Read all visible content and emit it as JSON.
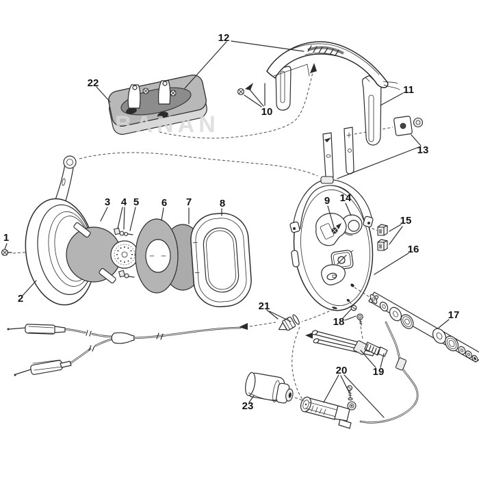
{
  "diagram": {
    "kind": "exploded-parts-diagram",
    "subject": "headset with earcups, headband, cables and microphone",
    "callout_count": 23
  },
  "watermark": {
    "text": "BANAN"
  },
  "colors": {
    "line": "#2b2b2b",
    "background": "#ffffff",
    "gray_fill": "#b4b4b4",
    "gray_dark": "#8c8c8c",
    "gray_light": "#d8d8d8",
    "watermark": "#d9d9d9"
  },
  "parts": [
    {
      "label": "1"
    },
    {
      "label": "2"
    },
    {
      "label": "3"
    },
    {
      "label": "4"
    },
    {
      "label": "5"
    },
    {
      "label": "6"
    },
    {
      "label": "7"
    },
    {
      "label": "8"
    },
    {
      "label": "9"
    },
    {
      "label": "10"
    },
    {
      "label": "11"
    },
    {
      "label": "12"
    },
    {
      "label": "13"
    },
    {
      "label": "14"
    },
    {
      "label": "15"
    },
    {
      "label": "16"
    },
    {
      "label": "17"
    },
    {
      "label": "18"
    },
    {
      "label": "19"
    },
    {
      "label": "20"
    },
    {
      "label": "21"
    },
    {
      "label": "22"
    },
    {
      "label": "23"
    }
  ]
}
